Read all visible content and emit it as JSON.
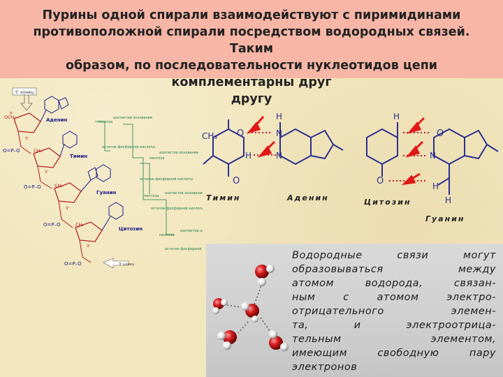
{
  "slide": {
    "title_lines": [
      "Пурины одной  спирали  взаимодействуют  с  пиримидинами",
      "противоположной  спирали  посредством  водородных связей. Таким",
      "образом, по последовательности нуклеотидов цепи комплементарны друг",
      "другу"
    ]
  },
  "dna_strand": {
    "end_labels": [
      "5' конец",
      "3' конец"
    ],
    "prime_labels": [
      "5'",
      "3'"
    ],
    "group_labels": [
      "OCH₂",
      "CH₂",
      "O=P–O",
      "–O"
    ],
    "bases": [
      "Аденин",
      "Тимин",
      "Гуанин",
      "Цитозин"
    ],
    "side_labels": [
      "пентоза",
      "азотистое основание",
      "остаток фосфорной кислоты"
    ]
  },
  "base_pairs": {
    "thymine": "Тимин",
    "adenine": "Аденин",
    "cytosine": "Цитозин",
    "guanine": "Гуанин",
    "atoms": [
      "CH₃",
      "O",
      "H",
      "N",
      "H",
      "N"
    ]
  },
  "hydrogen_bond_text_lines": [
    "Водородные   связи   могут",
    "образовываться       между",
    "атомом водорода, связан-",
    "ным  с атомом   электро-",
    "отрицательного    элемен-",
    "та,   и   электроотрица-",
    "тельным         элементом,",
    "имеющим  свободную пару",
    "электронов"
  ],
  "colors": {
    "title_band": "#f7b6a6",
    "background": "#f2e6bd",
    "bond_blue": "#2b2f8f",
    "hbond_red": "#c0102a",
    "arrow_red": "#e01818",
    "strand_label_green": "#1a7a4a",
    "strand_red": "#b01818",
    "molecule_box": "#d3d3d3"
  }
}
